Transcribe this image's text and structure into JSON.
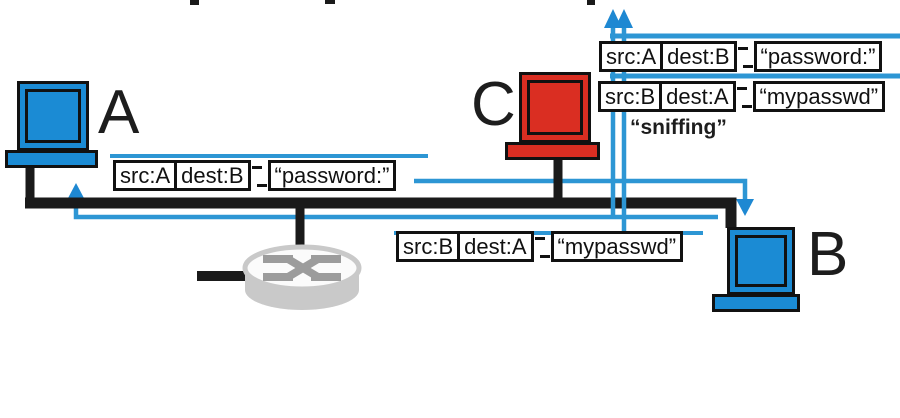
{
  "diagram": {
    "type": "network-sniffing-diagram",
    "computers": {
      "a": {
        "label": "A",
        "role": "sender host",
        "color": "#1b8bd4"
      },
      "b": {
        "label": "B",
        "role": "receiver host",
        "color": "#1b8bd4"
      },
      "c": {
        "label": "C",
        "role": "sniffer host",
        "color": "#da2e22"
      }
    },
    "packets": {
      "a_to_b": {
        "src": "src:A",
        "dest": "dest:B",
        "payload": "“password:”"
      },
      "b_to_a": {
        "src": "src:B",
        "dest": "dest:A",
        "payload": "“mypasswd”"
      }
    },
    "sniffing_label": "“sniffing”",
    "devices": {
      "hub": "router-hub-cylinder"
    }
  },
  "colors": {
    "host_blue": "#1b8bd4",
    "sniffer_red": "#da2e22",
    "flow_blue": "#2d96d4",
    "bus_black": "#1a1a1a",
    "router_gray": "#c9c9c9",
    "router_arrow_gray": "#9c9c9c"
  }
}
